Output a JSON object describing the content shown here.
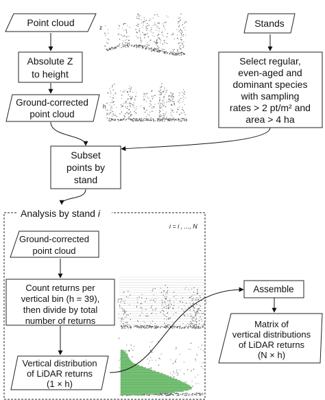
{
  "nodes": {
    "point_cloud": "Point cloud",
    "stands": "Stands",
    "absolute_z": [
      "Absolute Z",
      "to height"
    ],
    "ground_corrected": [
      "Ground-corrected",
      "point cloud"
    ],
    "select_stands": [
      "Select regular,",
      "even-aged and",
      "dominant species",
      "with sampling",
      "rates > 2 pt/m² and",
      "area > 4 ha"
    ],
    "subset": [
      "Subset",
      "points by",
      "stand"
    ],
    "analysis_title": "Analysis by stand ",
    "analysis_var": "i",
    "index_range": "i = i , ..., N",
    "inner_ground_corrected": [
      "Ground-corrected",
      "point cloud"
    ],
    "count_returns": [
      "Count returns per",
      "vertical bin (h = 39),",
      "then divide by total",
      "number of returns"
    ],
    "vertical_distribution": [
      "Vertical distribution",
      "of LiDAR returns",
      "(1 × h)"
    ],
    "assemble": "Assemble",
    "matrix": [
      "Matrix of",
      "vertical distributions",
      "of LiDAR returns",
      "(N × h)"
    ]
  },
  "thumbnails": {
    "z_label": "z",
    "h_label": "h"
  },
  "colors": {
    "line": "#111111",
    "point_dark": "#555555",
    "point_light": "#9a9a9a",
    "histogram_fill": "#7fc97f",
    "histogram_stroke": "#3f8f3f",
    "bin_line": "#d8d8d8"
  },
  "histogram": {
    "bins": 39,
    "proportions": [
      0.04,
      0.06,
      0.07,
      0.09,
      0.1,
      0.1,
      0.11,
      0.12,
      0.13,
      0.14,
      0.16,
      0.18,
      0.22,
      0.26,
      0.31,
      0.35,
      0.39,
      0.44,
      0.49,
      0.54,
      0.59,
      0.63,
      0.67,
      0.71,
      0.75,
      0.79,
      0.83,
      0.86,
      0.9,
      0.93,
      0.96,
      0.98,
      1.0,
      0.99,
      0.95,
      0.88,
      0.75,
      0.55,
      0.3
    ]
  }
}
